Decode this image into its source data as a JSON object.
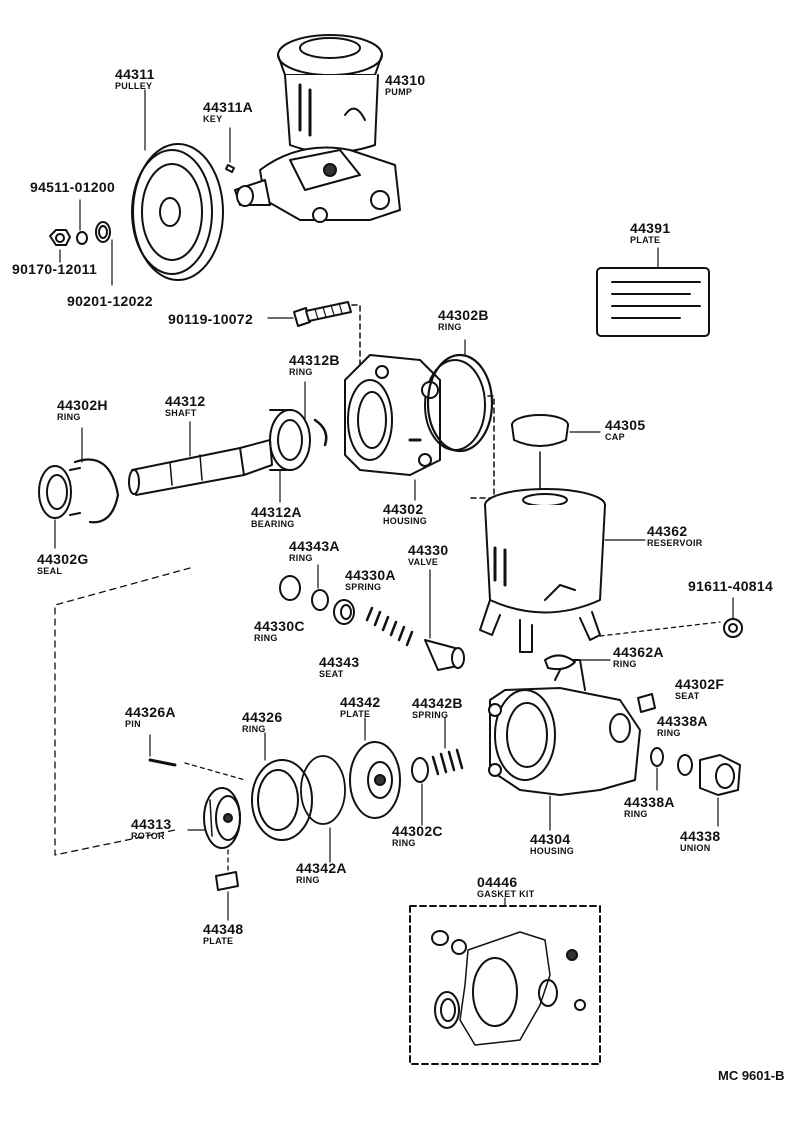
{
  "parts": [
    {
      "id": "44311",
      "name": "PULLEY"
    },
    {
      "id": "44310",
      "name": "PUMP"
    },
    {
      "id": "44311A",
      "name": "KEY"
    },
    {
      "id": "94511-01200",
      "name": ""
    },
    {
      "id": "90170-12011",
      "name": ""
    },
    {
      "id": "90201-12022",
      "name": ""
    },
    {
      "id": "44391",
      "name": "PLATE"
    },
    {
      "id": "90119-10072",
      "name": ""
    },
    {
      "id": "44302B",
      "name": "RING"
    },
    {
      "id": "44312B",
      "name": "RING"
    },
    {
      "id": "44302H",
      "name": "RING"
    },
    {
      "id": "44312",
      "name": "SHAFT"
    },
    {
      "id": "44305",
      "name": "CAP"
    },
    {
      "id": "44312A",
      "name": "BEARING"
    },
    {
      "id": "44302",
      "name": "HOUSING"
    },
    {
      "id": "44302G",
      "name": "SEAL"
    },
    {
      "id": "44362",
      "name": "RESERVOIR"
    },
    {
      "id": "44343A",
      "name": "RING"
    },
    {
      "id": "44330",
      "name": "VALVE"
    },
    {
      "id": "44330A",
      "name": "SPRING"
    },
    {
      "id": "91611-40814",
      "name": ""
    },
    {
      "id": "44330C",
      "name": "RING"
    },
    {
      "id": "44343",
      "name": "SEAT"
    },
    {
      "id": "44362A",
      "name": "RING"
    },
    {
      "id": "44302F",
      "name": "SEAT"
    },
    {
      "id": "44326A",
      "name": "PIN"
    },
    {
      "id": "44326",
      "name": "RING"
    },
    {
      "id": "44342",
      "name": "PLATE"
    },
    {
      "id": "44342B",
      "name": "SPRING"
    },
    {
      "id": "44338A",
      "name": "RING"
    },
    {
      "id": "44338A",
      "name": "RING"
    },
    {
      "id": "44313",
      "name": "ROTOR"
    },
    {
      "id": "44302C",
      "name": "RING"
    },
    {
      "id": "44304",
      "name": "HOUSING"
    },
    {
      "id": "44338",
      "name": "UNION"
    },
    {
      "id": "44342A",
      "name": "RING"
    },
    {
      "id": "04446",
      "name": "GASKET KIT"
    },
    {
      "id": "44348",
      "name": "PLATE"
    }
  ],
  "diagram_code": "MC 9601-B"
}
